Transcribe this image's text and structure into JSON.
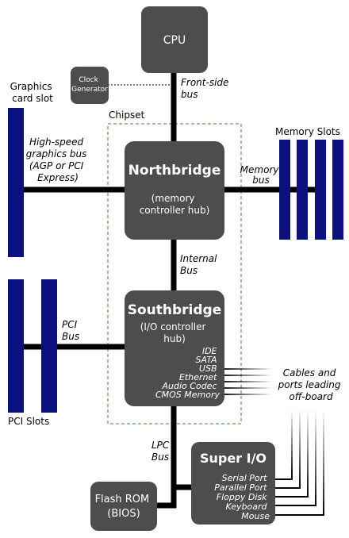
{
  "colors": {
    "box": "#4d4d4d",
    "slot": "#0b1280",
    "bus": "#000000",
    "chipset_border": "#3a8a3a",
    "box_text": "#ffffff"
  },
  "labels": {
    "cpu": "CPU",
    "clock_line1": "Clock",
    "clock_line2": "Generator",
    "front_side_line1": "Front-side",
    "front_side_line2": "bus",
    "graphics_slot_line1": "Graphics",
    "graphics_slot_line2": "card slot",
    "chipset": "Chipset",
    "memory_slots": "Memory Slots",
    "hs_bus_line1": "High-speed",
    "hs_bus_line2": "graphics bus",
    "hs_bus_line3": "(AGP or PCI",
    "hs_bus_line4": "Express)",
    "northbridge": "Northbridge",
    "nb_sub_line1": "(memory",
    "nb_sub_line2": "controller hub)",
    "memory_bus_line1": "Memory",
    "memory_bus_line2": "bus",
    "internal_bus_line1": "Internal",
    "internal_bus_line2": "Bus",
    "southbridge": "Southbridge",
    "sb_sub_line1": "(I/O controller",
    "sb_sub_line2": "hub)",
    "pci_bus_line1": "PCI",
    "pci_bus_line2": "Bus",
    "pci_slots": "PCI Slots",
    "cables_line1": "Cables and",
    "cables_line2": "ports leading",
    "cables_line3": "off-board",
    "lpc_line1": "LPC",
    "lpc_line2": "Bus",
    "super_io": "Super I/O",
    "flash_line1": "Flash ROM",
    "flash_line2": "(BIOS)"
  },
  "southbridge_ports": [
    "IDE",
    "SATA",
    "USB",
    "Ethernet",
    "Audio Codec",
    "CMOS Memory"
  ],
  "super_io_ports": [
    "Serial Port",
    "Parallel Port",
    "Floppy Disk",
    "Keyboard",
    "Mouse"
  ]
}
